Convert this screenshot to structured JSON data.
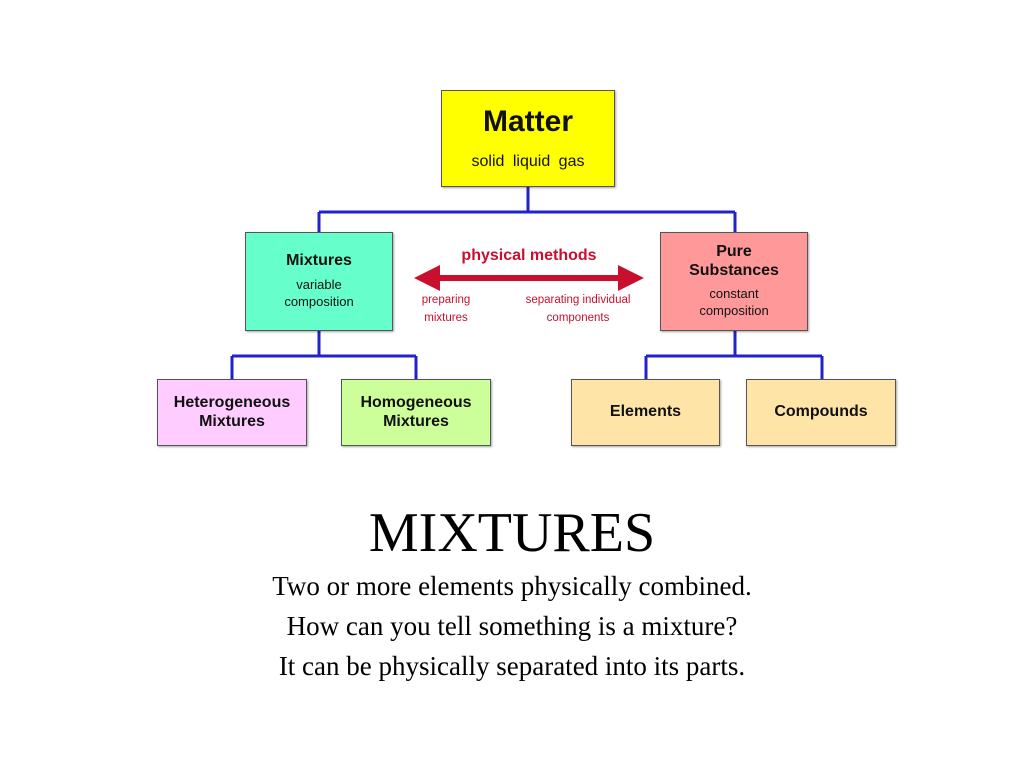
{
  "colors": {
    "matter_fill": "#ffff00",
    "mixtures_fill": "#66ffcc",
    "pure_fill": "#ff9999",
    "heterogeneous_fill": "#ffccff",
    "homogeneous_fill": "#ccff99",
    "elements_fill": "#ffe4a8",
    "compounds_fill": "#ffe4a8",
    "connector": "#2222cc",
    "arrow": "#c8102e"
  },
  "diagram": {
    "matter": {
      "title": "Matter",
      "subtitle": "solid  liquid  gas"
    },
    "mixtures": {
      "title": "Mixtures",
      "subtitle_lines": [
        "variable",
        "composition"
      ]
    },
    "pure_substances": {
      "title_lines": [
        "Pure",
        "Substances"
      ],
      "subtitle_lines": [
        "constant",
        "composition"
      ]
    },
    "heterogeneous": {
      "title_lines": [
        "Heterogeneous",
        "Mixtures"
      ]
    },
    "homogeneous": {
      "title_lines": [
        "Homogeneous",
        "Mixtures"
      ]
    },
    "elements": {
      "title": "Elements"
    },
    "compounds": {
      "title": "Compounds"
    },
    "arrow": {
      "label": "physical methods",
      "left_note_lines": [
        "preparing",
        "mixtures"
      ],
      "right_note_lines": [
        "separating individual",
        "components"
      ]
    }
  },
  "slide": {
    "title": "MIXTURES",
    "body_lines": [
      "Two or more elements physically combined.",
      "How can you tell something is a mixture?",
      "It can be physically separated into its parts."
    ]
  }
}
